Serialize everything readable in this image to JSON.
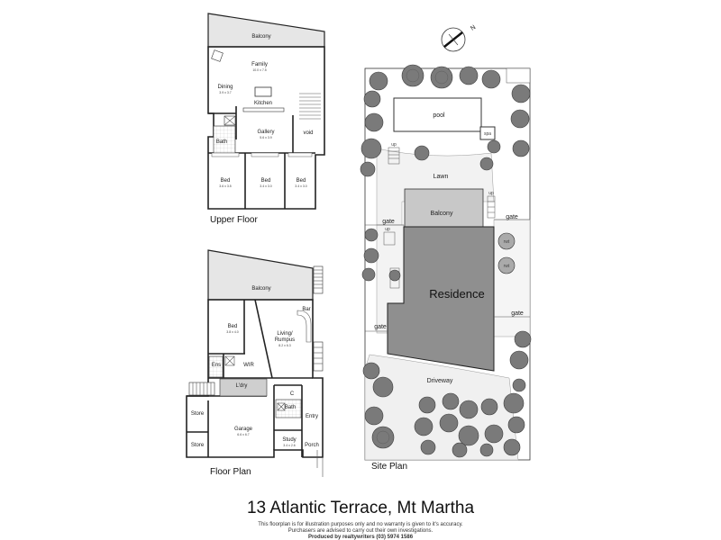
{
  "address": "13 Atlantic Terrace, Mt Martha",
  "disclaimer": {
    "line1": "This floorplan is for illustration purposes only and no warranty is given to it's accuracy.",
    "line2": "Purchasers are advised to carry out their own investigations.",
    "line3": "Produced by realtywriters (03) 5974 1586"
  },
  "upper_floor": {
    "title": "Upper Floor",
    "rooms": {
      "balcony": "Balcony",
      "family": "Family",
      "family_dim": "10.0 x 7.5",
      "dining": "Dining",
      "dining_dim": "3.9 x 3.7",
      "kitchen": "Kitchen",
      "gallery": "Gallery",
      "gallery_dim": "5.6 x 3.9",
      "void": "void",
      "bath": "Bath",
      "bed1": "Bed",
      "bed1_dim": "3.6 x 3.5",
      "bed2": "Bed",
      "bed2_dim": "3.4 x 3.0",
      "bed3": "Bed",
      "bed3_dim": "3.4 x 3.0"
    }
  },
  "floor_plan": {
    "title": "Floor  Plan",
    "rooms": {
      "balcony": "Balcony",
      "bed": "Bed",
      "bed_dim": "3.8 x 4.0",
      "living": "Living/",
      "rumpus": "Rumpus",
      "living_dim": "8.2 x 6.3",
      "bar": "Bar",
      "ens": "Ens",
      "wir": "WIR",
      "ldry": "L'dry",
      "c": "C",
      "bath": "Bath",
      "store1": "Store",
      "store2": "Store",
      "garage": "Garage",
      "garage_dim": "6.6 x 6.7",
      "entry": "Entry",
      "study": "Study",
      "study_dim": "3.4 x 2.6",
      "porch": "Porch"
    }
  },
  "site_plan": {
    "title": "Site Plan",
    "compass": "N",
    "labels": {
      "pool": "pool",
      "spa": "spa",
      "lawn": "Lawn",
      "balcony": "Balcony",
      "residence": "Residence",
      "driveway": "Driveway",
      "gate1": "gate",
      "gate2": "gate",
      "gate3": "gate",
      "gate4": "gate",
      "up1": "up",
      "up2": "up",
      "up3": "up",
      "rwt1": "rwt",
      "rwt2": "rwt"
    }
  }
}
